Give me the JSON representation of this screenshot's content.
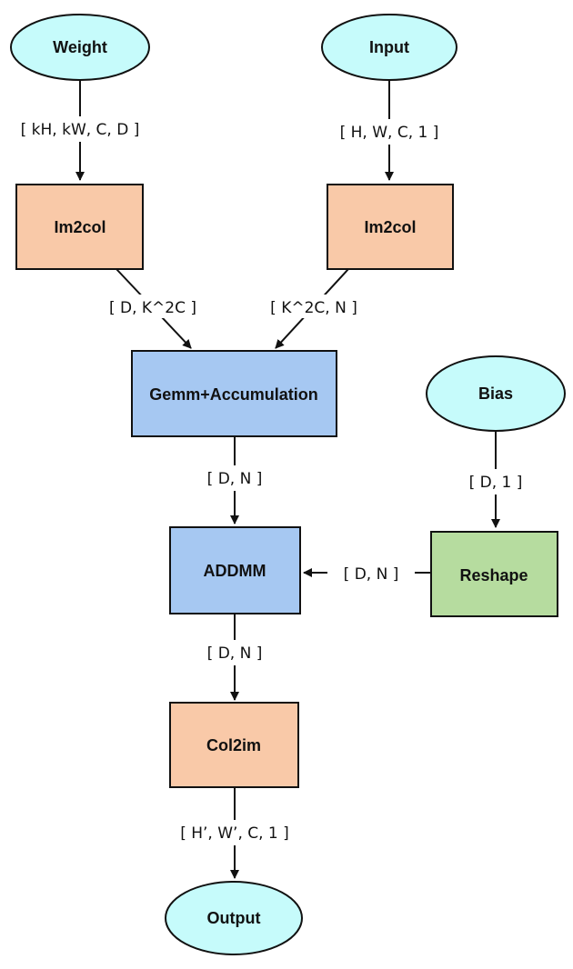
{
  "colors": {
    "io_fill": "#c6fbfb",
    "im2col_fill": "#f9c9a8",
    "gemm_fill": "#a6c8f2",
    "reshape_fill": "#b6dc9f",
    "stroke": "#111111"
  },
  "nodes": {
    "weight": "Weight",
    "input": "Input",
    "im2col_left": "Im2col",
    "im2col_right": "Im2col",
    "gemm": "Gemm+Accumulation",
    "bias": "Bias",
    "addmm": "ADDMM",
    "reshape": "Reshape",
    "col2im": "Col2im",
    "output": "Output"
  },
  "edges": {
    "weight_to_im2col": "[ kH, kW, C, D ]",
    "input_to_im2col": "[ H, W, C, 1 ]",
    "im2col_left_to_gemm": "[ D, K^2C ]",
    "im2col_right_to_gemm": "[ K^2C, N ]",
    "gemm_to_addmm": "[ D, N ]",
    "bias_to_reshape": "[ D, 1 ]",
    "reshape_to_addmm": "[ D, N ]",
    "addmm_to_col2im": "[ D, N ]",
    "col2im_to_output": "[ H’, W’, C, 1 ]"
  }
}
